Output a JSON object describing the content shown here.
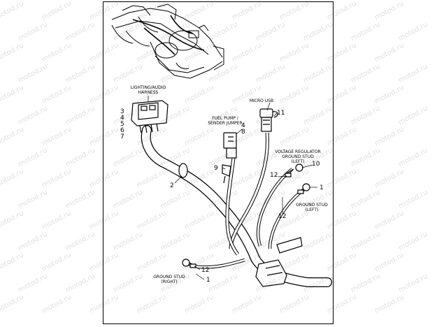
{
  "watermark": "motod.ru",
  "labels": {
    "lighting_audio_line1": "LIGHTING/AUDIO",
    "lighting_audio_line2": "HARNESS",
    "micro_usb": "MICRO USB",
    "fuel_pump_line1": "FUEL PUMP /",
    "fuel_pump_line2": "SENDER JUMPER",
    "voltage_reg_line1": "VOLTAGE REGULATOR",
    "voltage_reg_line2": "GROUND STUD",
    "voltage_reg_line3": "(LEFT)",
    "ground_left_line1": "GROUND STUD",
    "ground_left_line2": "(LEFT)",
    "ground_right_line1": "GROUND STUD",
    "ground_right_line2": "(RIGHT)"
  },
  "callouts": {
    "c3": "3",
    "c4a": "4",
    "c5": "5",
    "c6": "6",
    "c7": "7",
    "c2": "2",
    "c4b": "4",
    "c8": "8",
    "c9": "9",
    "c11": "11",
    "c10": "10",
    "c12a": "12",
    "c12b": "12",
    "c1a": "1",
    "c12c": "12",
    "c1b": "1"
  }
}
